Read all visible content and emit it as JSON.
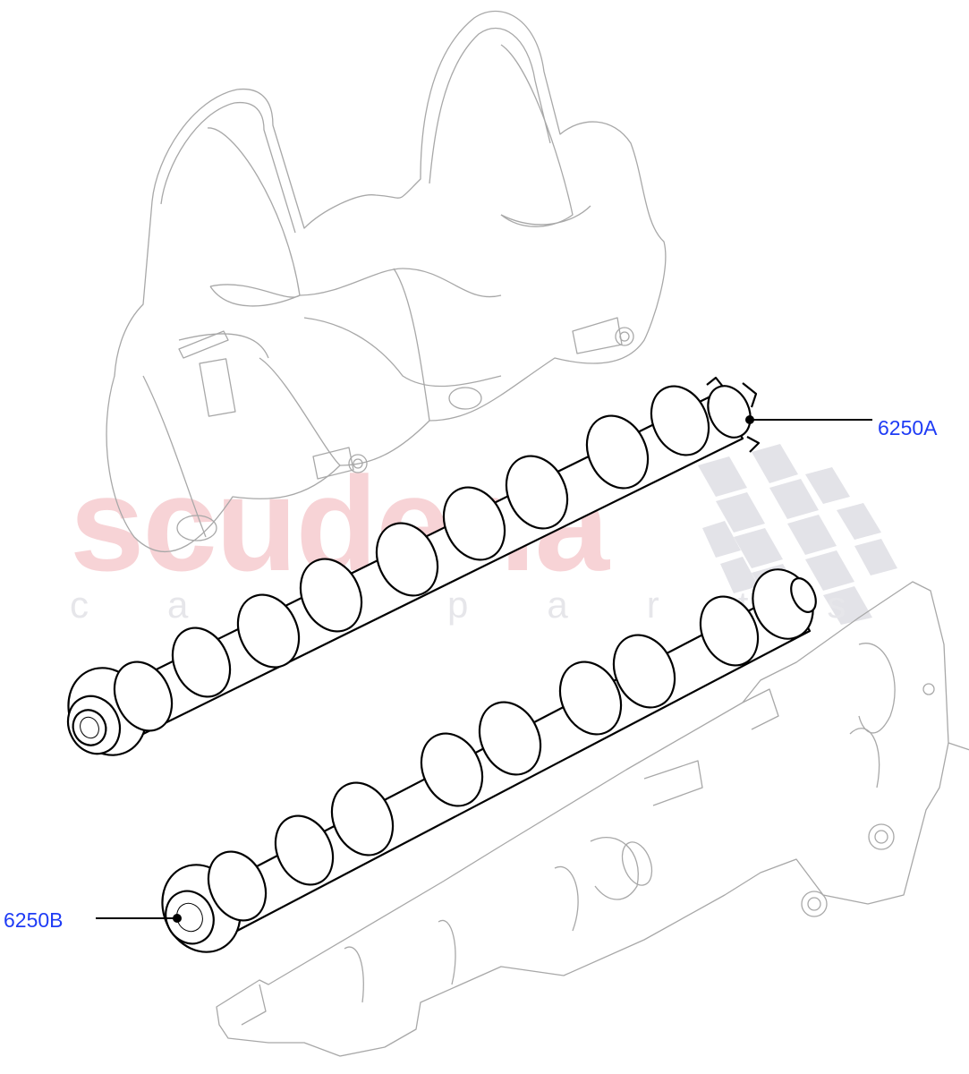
{
  "diagram": {
    "type": "exploded-parts-illustration",
    "subject": "Camshafts with cylinder head cover and exhaust manifold context",
    "callouts": [
      {
        "id": "6250A",
        "label": "6250A",
        "part": "camshaft-upper"
      },
      {
        "id": "6250B",
        "label": "6250B",
        "part": "camshaft-lower"
      }
    ],
    "context_parts": [
      "cylinder-head-cover",
      "exhaust-manifold"
    ]
  },
  "watermark": {
    "brand": "scuderia",
    "sub": "car parts",
    "brand_color": "#f7d3d6",
    "sub_color": "#e6e6ea",
    "checker_color": "#e3e3e8"
  },
  "colors": {
    "callout_text": "#1f3cf5",
    "part_line": "#000000",
    "context_line": "#a8a8a8",
    "background": "#ffffff"
  }
}
